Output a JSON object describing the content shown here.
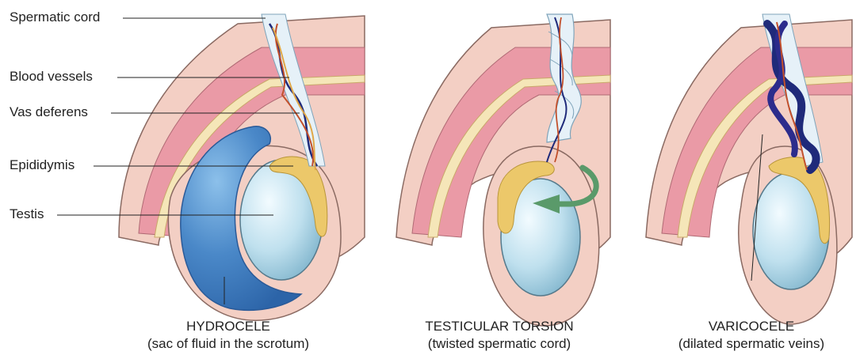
{
  "labels": {
    "spermatic_cord": "Spermatic cord",
    "blood_vessels": "Blood vessels",
    "vas_deferens": "Vas deferens",
    "epididymis": "Epididymis",
    "testis": "Testis"
  },
  "panels": [
    {
      "title": "HYDROCELE",
      "subtitle": "(sac of fluid in the scrotum)"
    },
    {
      "title": "TESTICULAR TORSION",
      "subtitle": "(twisted spermatic cord)"
    },
    {
      "title": "VARICOCELE",
      "subtitle": "(dilated spermatic veins)"
    }
  ],
  "colors": {
    "skin": "#f3cfc4",
    "skin_outline": "#8a6a62",
    "muscle": "#ea9aa6",
    "cream": "#f5e6b8",
    "testis": "#bfe0ee",
    "epididymis": "#ecc86a",
    "fluid": "#4a88c8",
    "cord": "#e6f1f8",
    "vein": "#1f2a7a",
    "artery": "#c2502c",
    "arrow": "#5a9a6a"
  }
}
